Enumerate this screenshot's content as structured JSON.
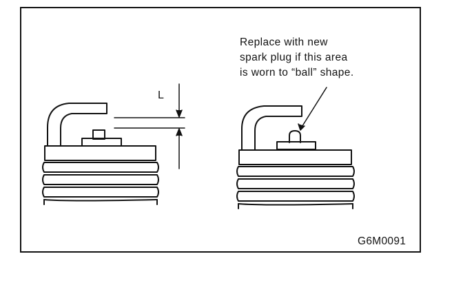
{
  "annotation": {
    "lines": [
      "Replace with new",
      "spark plug if this area",
      "is worn to “ball” shape."
    ]
  },
  "dimension": {
    "label": "L"
  },
  "figure_code": "G6M0091",
  "colors": {
    "line": "#111111",
    "background": "#ffffff"
  }
}
